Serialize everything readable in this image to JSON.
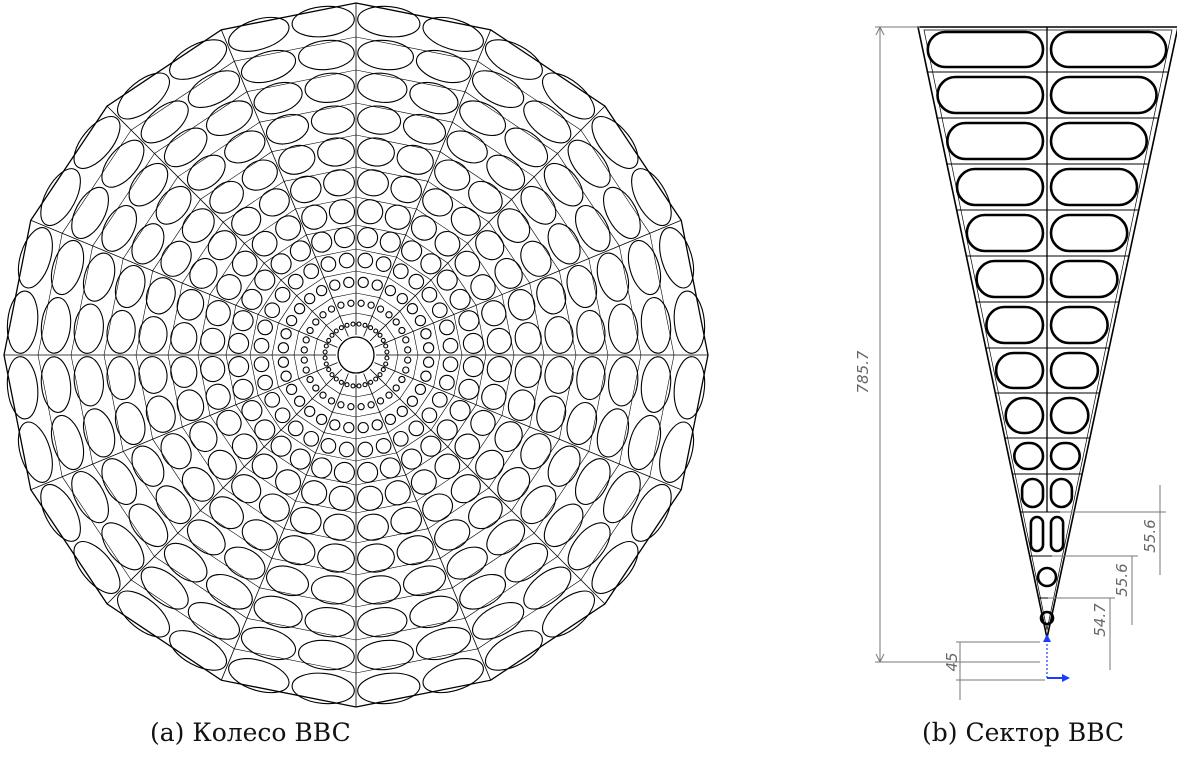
{
  "captions": {
    "wheel": "(a) Колесо BBC",
    "sector": "(b) Сектор BBC"
  },
  "wheel": {
    "sectors": 16,
    "rings": 12
  },
  "sector_dimensions": {
    "total_height": "785.7",
    "bottom_offset": "45",
    "first_cell": "54.7",
    "second_cell": "55.6",
    "third_cell": "55.6"
  },
  "colors": {
    "line": "#000000",
    "dimension": "#777777",
    "axis_arrow": "#1a3cff"
  }
}
